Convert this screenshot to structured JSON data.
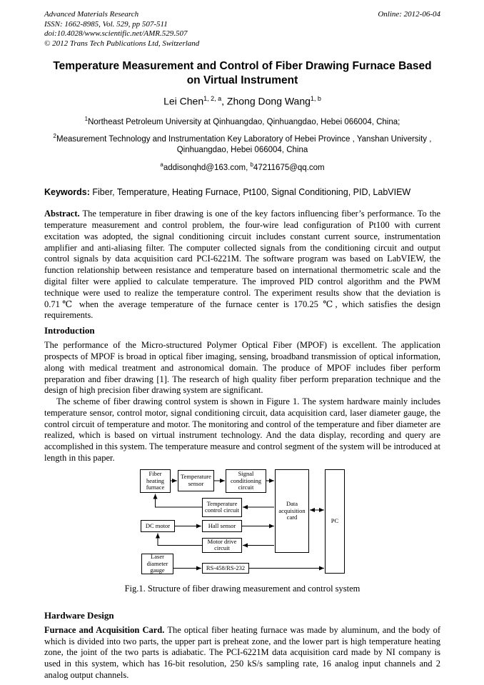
{
  "page": {
    "background": "#ffffff",
    "text_color": "#000000"
  },
  "header": {
    "journal": "Advanced Materials Research",
    "issn_line": "ISSN: 1662-8985, Vol. 529, pp 507-511",
    "doi_line": "doi:10.4028/www.scientific.net/AMR.529.507",
    "copyright_line": "© 2012 Trans Tech Publications Ltd, Switzerland",
    "online_date": "Online: 2012-06-04"
  },
  "title": "Temperature Measurement and Control of Fiber Drawing Furnace Based on Virtual Instrument",
  "authors": {
    "name1": "Lei Chen",
    "sup1": "1, 2, a",
    "separator": ", ",
    "name2": "Zhong Dong Wang",
    "sup2": "1, b"
  },
  "affiliations": [
    {
      "sup": "1",
      "text": "Northeast Petroleum University at Qinhuangdao, Qinhuangdao, Hebei 066004, China;"
    },
    {
      "sup": "2",
      "text": "Measurement Technology and Instrumentation Key Laboratory of Hebei Province , Yanshan University , Qinhuangdao, Hebei 066004, China"
    }
  ],
  "emails": {
    "sup_a": "a",
    "email_a": "addisonqhd@163.com,",
    "sup_b": "b",
    "email_b": "47211675@qq.com"
  },
  "keywords": {
    "label": "Keywords:",
    "text": "Fiber, Temperature, Heating Furnace, Pt100, Signal Conditioning, PID, LabVIEW"
  },
  "abstract": {
    "label": "Abstract.",
    "text": "The temperature in fiber drawing is one of the key factors influencing fiber’s performance. To the temperature measurement and control problem, the four-wire lead configuration of Pt100 with current excitation was adopted, the signal conditioning circuit includes constant current source, instrumentation amplifier and anti-aliasing filter. The computer collected signals from the conditioning circuit and output control signals by data acquisition card PCI-6221M. The software program was based on LabVIEW, the function relationship between resistance and temperature based on international thermometric scale and the digital filter were applied to calculate temperature. The improved PID control algorithm and the PWM technique were used to realize the temperature control. The experiment results show that the deviation is 0.71℃ when the average temperature of the furnace center is 170.25 ℃, which satisfies the design requirements."
  },
  "introduction": {
    "heading": "Introduction",
    "paragraph1": "The performance of the Micro-structured Polymer Optical Fiber (MPOF) is excellent. The application prospects of MPOF is broad in optical fiber imaging, sensing, broadband transmission of optical information, along with medical treatment and astronomical domain. The produce of MPOF includes fiber perform preparation and fiber drawing [1]. The research of high quality fiber perform preparation technique and the design of high precision fiber drawing system are significant.",
    "paragraph2": "The scheme of fiber drawing control system is shown in Figure 1. The system hardware mainly includes temperature sensor, control motor, signal conditioning circuit, data acquisition card, laser diameter gauge, the control circuit of temperature and motor. The monitoring and control of the temperature and fiber diameter are realized, which is based on virtual instrument technology. And the data display, recording and query are accomplished in this system. The temperature measure and control segment of the system will be introduced at length in this paper."
  },
  "figure1": {
    "caption": "Fig.1. Structure of fiber drawing measurement and control system",
    "boxes": [
      {
        "label": "Fiber heating furnace"
      },
      {
        "label": "Temperature sensor"
      },
      {
        "label": "Signal conditioning circuit"
      },
      {
        "label": "Data acquisition card"
      },
      {
        "label": "PC"
      },
      {
        "label": "Temperature control circuit"
      },
      {
        "label": "DC motor"
      },
      {
        "label": "Hall sensor"
      },
      {
        "label": "Motor drive circuit"
      },
      {
        "label": "Laser diameter gauge"
      },
      {
        "label": "RS-458/RS-232"
      }
    ]
  },
  "hardware": {
    "heading": "Hardware Design",
    "lead": "Furnace and Acquisition Card.",
    "text": "The optical fiber heating furnace was made by aluminum, and the body of which is divided into two parts, the upper part is preheat zone, and the lower part is high temperature heating zone, the joint of the two parts is adiabatic. The PCI-6221M data acquisition card made by NI company is used in this system, which has 16-bit resolution, 250 kS/s sampling rate, 16 analog input channels and 2 analog output channels."
  }
}
